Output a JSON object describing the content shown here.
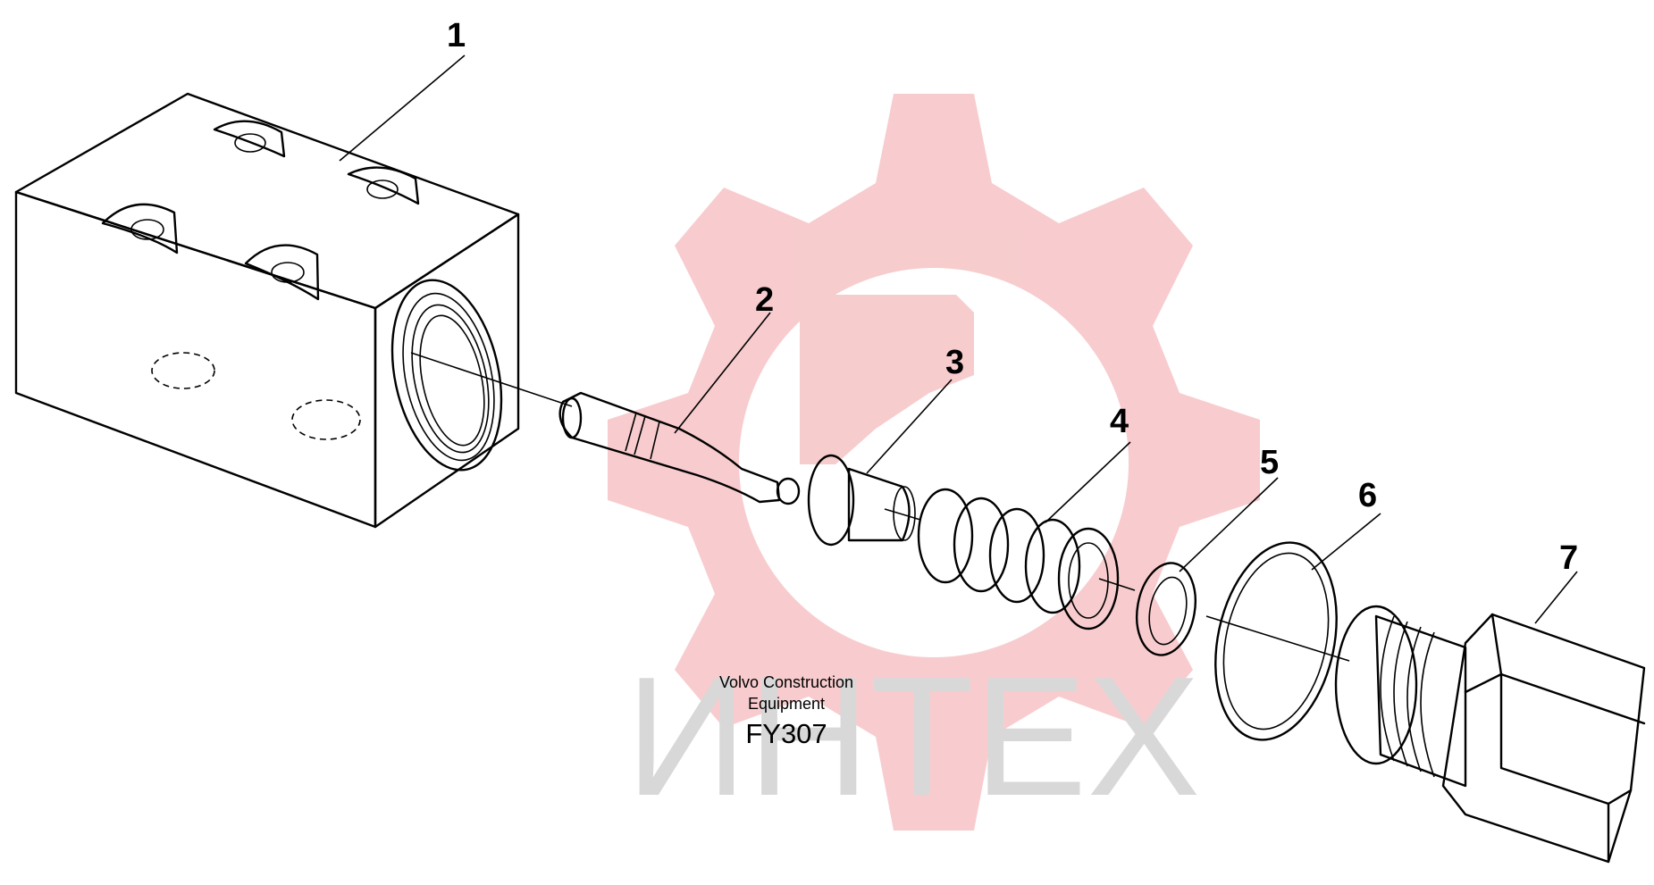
{
  "callouts": [
    "1",
    "2",
    "3",
    "4",
    "5",
    "6",
    "7"
  ],
  "caption": {
    "line1": "Volvo Construction",
    "line2": "Equipment",
    "code": "FY307"
  },
  "watermark": {
    "text": "ИНТЕХ",
    "gear_color": "#f2a3a6",
    "text_color": "#d8d8d8"
  }
}
